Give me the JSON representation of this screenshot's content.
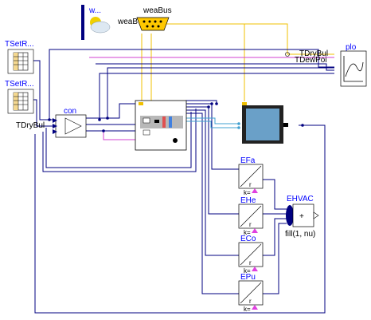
{
  "labels": {
    "weather_short": "w...",
    "weather_out": "weaB",
    "bus": "weaBus",
    "tset_1": "TSetR...",
    "tset_2": "TSetR...",
    "controller": "con",
    "tdrybul_left": "TDryBul",
    "plot": "plo",
    "tdrybul_right": "TDryBul",
    "tdewpoi": "TDewPoi",
    "efan": "EFa",
    "ehea": "EHe",
    "ecoo": "ECo",
    "epum": "EPu",
    "k_label": "k=",
    "r_label": "r",
    "ehvac": "EHVAC",
    "ehvac_param": "fill(1, nu)",
    "sum_sign": "+"
  },
  "colors": {
    "connector_line": "#000080",
    "weather_line": "#f0c000",
    "signal_pink": "#d040d0",
    "heat_cyan": "#40a0d0",
    "block_border": "#000000",
    "label_blue": "#0000ff",
    "room_fill": "#6aa0c8"
  },
  "icons": {
    "weather": "sun-cloud-icon",
    "bus": "serial-bus-connector-icon",
    "table": "combitimetable-icon",
    "plot": "plot-icon",
    "room": "room-icon",
    "integrator": "integrator-icon",
    "sum": "multisum-icon"
  }
}
